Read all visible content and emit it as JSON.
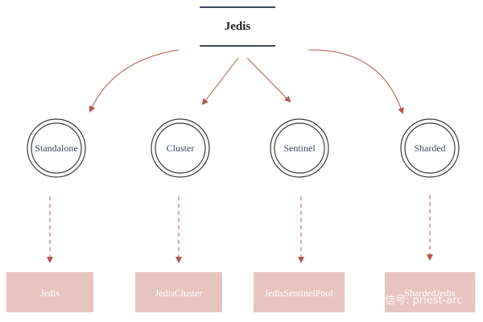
{
  "root": {
    "label": "Jedis",
    "line_color": "#3f4a5c"
  },
  "modes": [
    {
      "label": "Standalone"
    },
    {
      "label": "Cluster"
    },
    {
      "label": "Sentinel"
    },
    {
      "label": "Sharded"
    }
  ],
  "clients": [
    {
      "label": "Jedis"
    },
    {
      "label": "JedisCluster"
    },
    {
      "label": "JedisSentinelPool"
    },
    {
      "label": "ShardedJedis"
    }
  ],
  "watermark": {
    "text": "微信号: priest-arc",
    "icon": "wechat-icon"
  },
  "colors": {
    "arrow": "#b5554f",
    "circle_stroke": "#3b3b3b",
    "node_text": "#3f4a5c",
    "box_fill": "#e8c4c1",
    "box_text": "#ffffff"
  }
}
